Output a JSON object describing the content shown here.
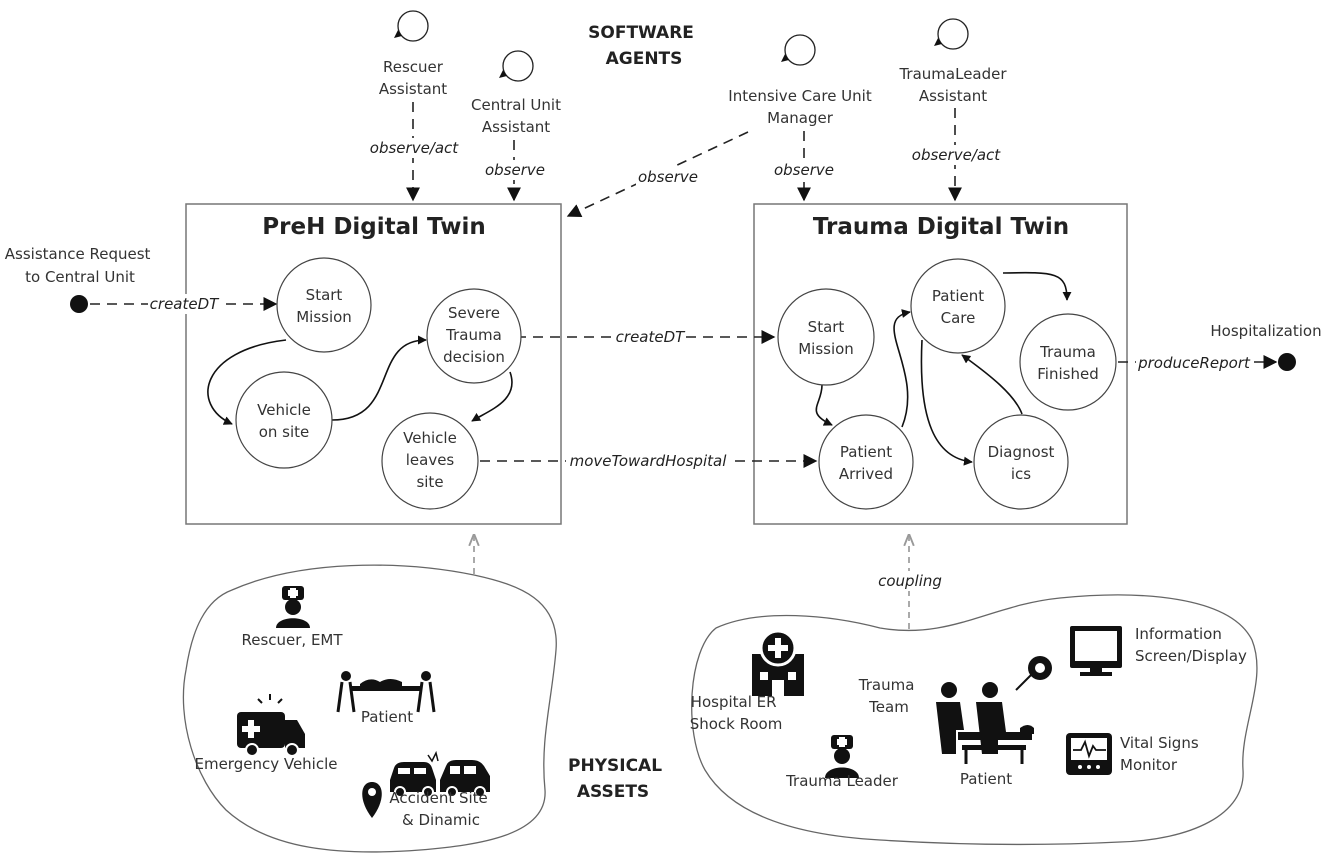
{
  "headers": {
    "software_agents": [
      "SOFTWARE",
      "AGENTS"
    ],
    "physical_assets": [
      "PHYSICAL",
      "ASSETS"
    ]
  },
  "agents": {
    "rescuer": [
      "Rescuer",
      "Assistant"
    ],
    "central_unit": [
      "Central Unit",
      "Assistant"
    ],
    "icu_manager": [
      "Intensive Care Unit",
      "Manager"
    ],
    "trauma_leader": [
      "TraumaLeader",
      "Assistant"
    ]
  },
  "relations": {
    "rescuer": "observe/act",
    "central_unit": "observe",
    "icu_to_preh": "observe",
    "icu_to_trauma": "observe",
    "trauma_leader": "observe/act",
    "create_dt_in": "createDT",
    "create_dt_cross": "createDT",
    "move_toward_hospital": "moveTowardHospital",
    "produce_report": "produceReport",
    "coupling_left": "coupling",
    "coupling_right": "coupling"
  },
  "endpoints": {
    "start": [
      "Assistance Request",
      "to Central Unit"
    ],
    "end": "Hospitalization"
  },
  "preh": {
    "title": "PreH Digital Twin",
    "states": {
      "start": [
        "Start",
        "Mission"
      ],
      "vehicle_on_site": [
        "Vehicle",
        "on site"
      ],
      "severe": [
        "Severe",
        "Trauma",
        "decision"
      ],
      "leaves": [
        "Vehicle",
        "leaves",
        "site"
      ]
    }
  },
  "trauma": {
    "title": "Trauma Digital Twin",
    "states": {
      "start": [
        "Start",
        "Mission"
      ],
      "care": [
        "Patient",
        "Care"
      ],
      "finished": [
        "Trauma",
        "Finished"
      ],
      "arrived": [
        "Patient",
        "Arrived"
      ],
      "diagnostics": [
        "Diagnost",
        "ics"
      ]
    }
  },
  "assets_left": {
    "rescuer": "Rescuer, EMT",
    "patient": "Patient",
    "vehicle": "Emergency Vehicle",
    "accident": [
      "Accident Site",
      "& Dinamic"
    ]
  },
  "assets_right": {
    "hospital": [
      "Hospital ER",
      "Shock Room"
    ],
    "team": [
      "Trauma",
      "Team"
    ],
    "leader": "Trauma Leader",
    "patient": "Patient",
    "screen": [
      "Information",
      "Screen/Display"
    ],
    "monitor": [
      "Vital Signs",
      "Monitor"
    ]
  }
}
